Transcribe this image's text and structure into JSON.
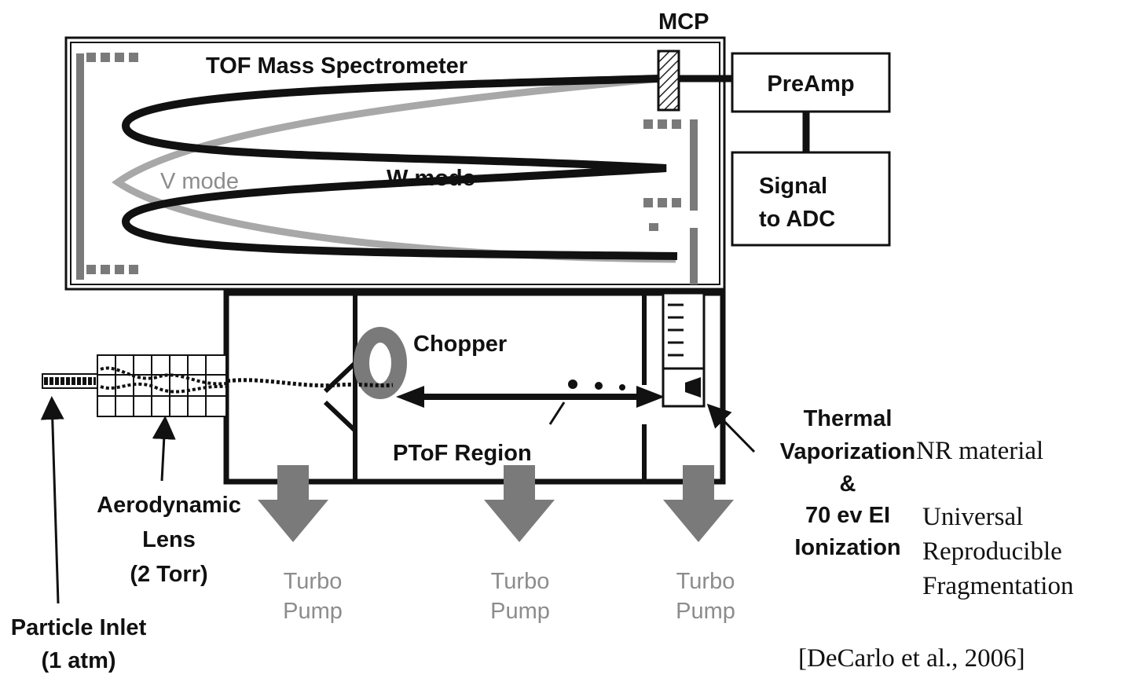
{
  "labels": {
    "mcp": "MCP",
    "tof_title": "TOF Mass Spectrometer",
    "preamp": "PreAmp",
    "signal_line1": "Signal",
    "signal_line2": "to ADC",
    "v_mode": "V mode",
    "w_mode": "W mode",
    "chopper": "Chopper",
    "ptof_region": "PToF Region",
    "thermal_line1": "Thermal",
    "thermal_line2": "Vaporization",
    "thermal_line3": "&",
    "thermal_line4": "70 ev EI",
    "thermal_line5": "Ionization",
    "lens_line1": "Aerodynamic",
    "lens_line2": "Lens",
    "lens_line3": "(2 Torr)",
    "inlet_line1": "Particle Inlet",
    "inlet_line2": "(1 atm)",
    "turbo_line1": "Turbo",
    "turbo_line2": "Pump"
  },
  "notes": {
    "nr_material": "NR material",
    "universal": "Universal",
    "reproducible": "Reproducible",
    "fragmentation": "Fragmentation",
    "citation": "[DeCarlo et al., 2006]"
  },
  "colors": {
    "ink": "#111111",
    "gray_path": "#a8a8a8",
    "gray_part": "#7a7a7a",
    "gray_text": "#8c8c8c"
  }
}
